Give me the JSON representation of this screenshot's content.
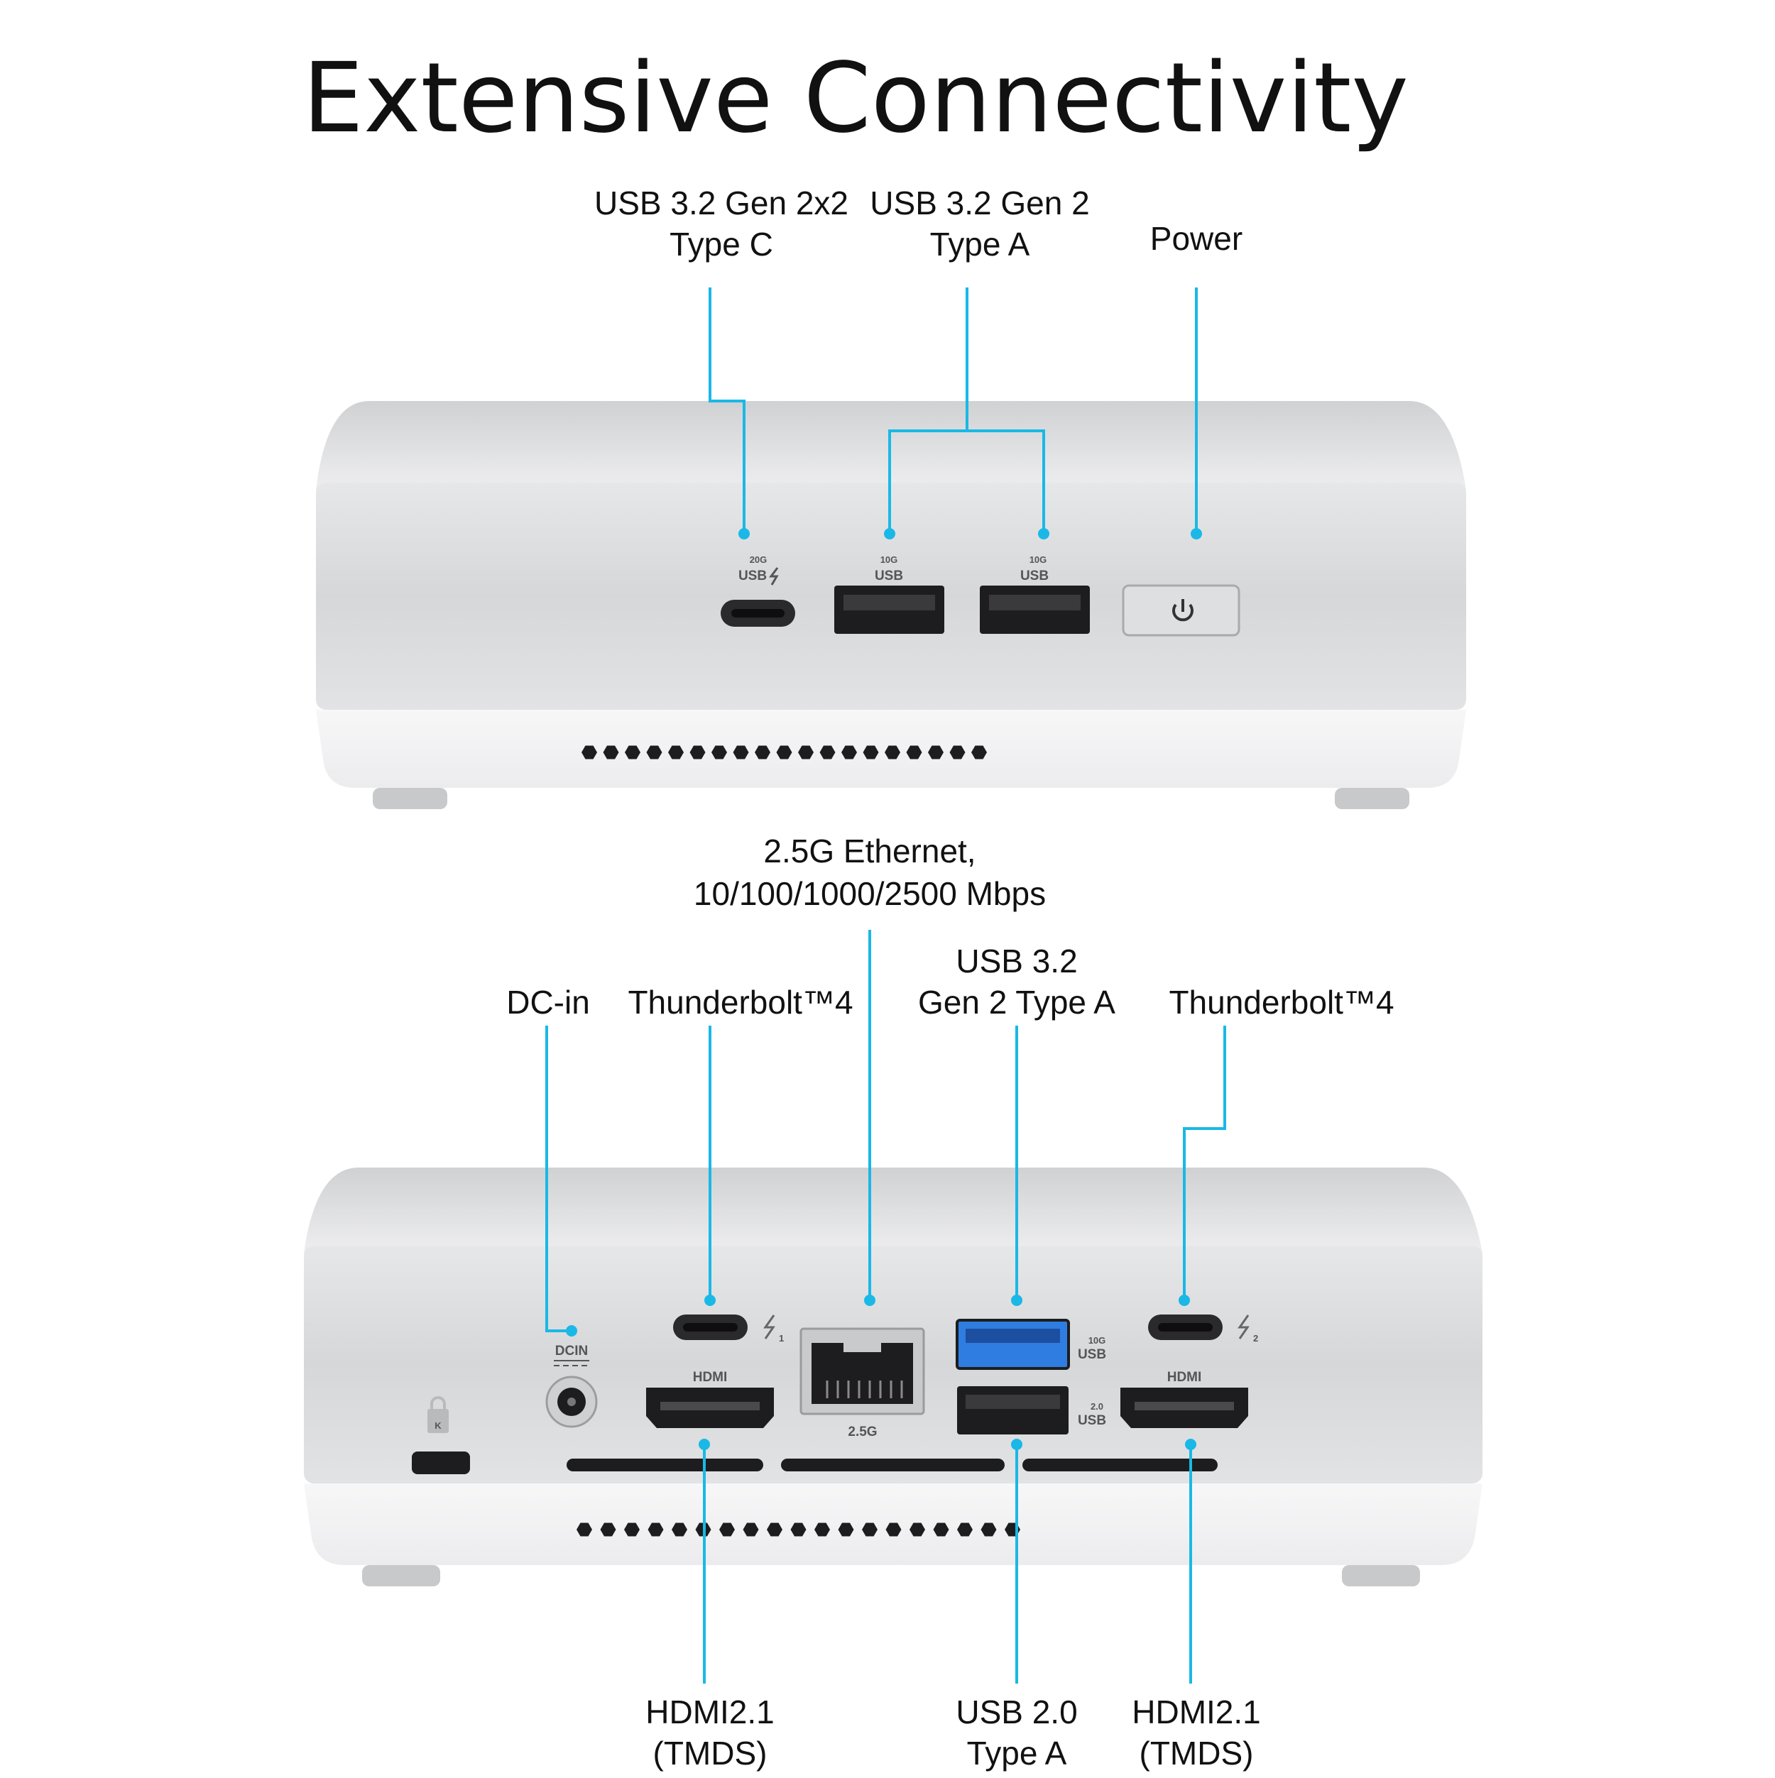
{
  "title": "Extensive Connectivity",
  "front": {
    "callouts": [
      {
        "id": "usbc",
        "lines": [
          "USB 3.2 Gen 2x2",
          "Type C"
        ]
      },
      {
        "id": "usba",
        "lines": [
          "USB 3.2 Gen 2",
          "Type A"
        ]
      },
      {
        "id": "power",
        "lines": [
          "Power"
        ]
      }
    ],
    "port_markings": {
      "usbc_speed": "20G",
      "usbc_label": "USB",
      "usba1_speed": "10G",
      "usba1_label": "USB",
      "usba2_speed": "10G",
      "usba2_label": "USB"
    }
  },
  "rear": {
    "callouts_top": [
      {
        "id": "ethernet",
        "lines": [
          "2.5G Ethernet,",
          "10/100/1000/2500 Mbps"
        ]
      },
      {
        "id": "dcin",
        "lines": [
          "DC-in"
        ]
      },
      {
        "id": "tb4_left",
        "lines": [
          "Thunderbolt™4"
        ]
      },
      {
        "id": "usb32",
        "lines": [
          "USB 3.2",
          "Gen 2 Type A"
        ]
      },
      {
        "id": "tb4_right",
        "lines": [
          "Thunderbolt™4"
        ]
      }
    ],
    "callouts_bottom": [
      {
        "id": "hdmi_left",
        "lines": [
          "HDMI2.1",
          "(TMDS)"
        ]
      },
      {
        "id": "usb20",
        "lines": [
          "USB 2.0",
          "Type A"
        ]
      },
      {
        "id": "hdmi_right",
        "lines": [
          "HDMI2.1",
          "(TMDS)"
        ]
      }
    ],
    "port_markings": {
      "dcin_label": "DCIN",
      "hdmi_left_label": "HDMI",
      "hdmi_right_label": "HDMI",
      "ethernet_label": "2.5G",
      "usb32_speed": "10G",
      "usb32_label": "USB",
      "usb20_speed": "2.0",
      "usb20_label": "USB",
      "tb_left_num": "1",
      "tb_right_num": "2",
      "kensington_label": "K"
    }
  },
  "colors": {
    "callout_line": "#1ab8e6",
    "chassis": "#d8d9db",
    "base": "#f2f2f3",
    "usb3_blue": "#2f7de1"
  }
}
